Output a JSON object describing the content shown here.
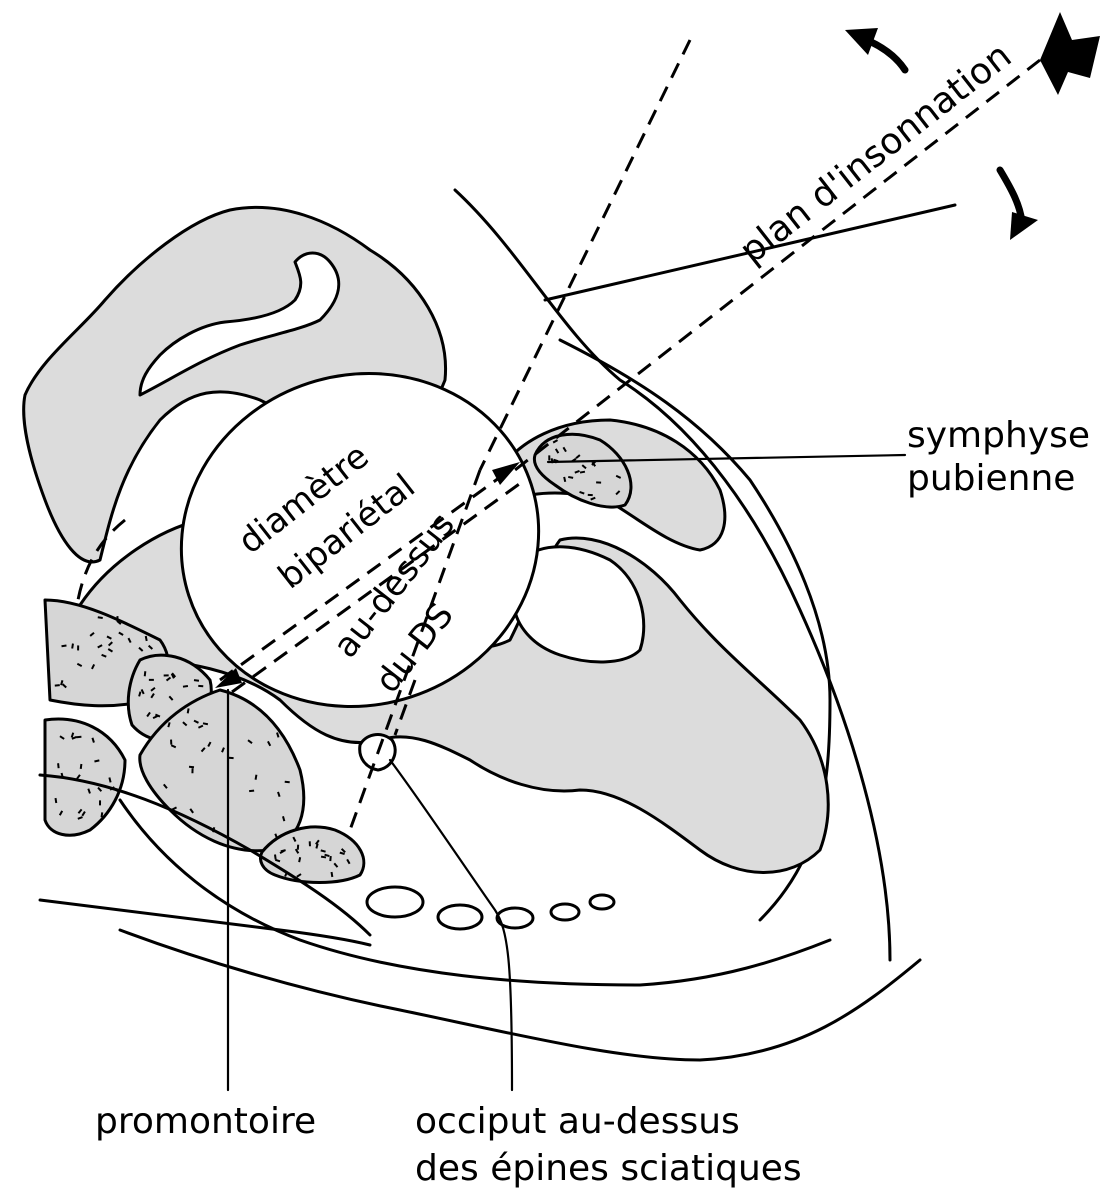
{
  "labels": {
    "plan_insonnation": "plan d'insonnation",
    "symphyse_line1": "symphyse",
    "symphyse_line2": "pubienne",
    "diametre_line1": "diamètre",
    "diametre_line2": "bipariétal",
    "audessus_line1": "au-dessus",
    "audessus_line2": "du DS",
    "promontoire": "promontoire",
    "occiput_line1": "occiput au-dessus",
    "occiput_line2": "des épines sciatiques"
  },
  "icons": [
    "arrow-left-icon",
    "curved-arrow-up-icon",
    "curved-arrow-down-icon"
  ]
}
